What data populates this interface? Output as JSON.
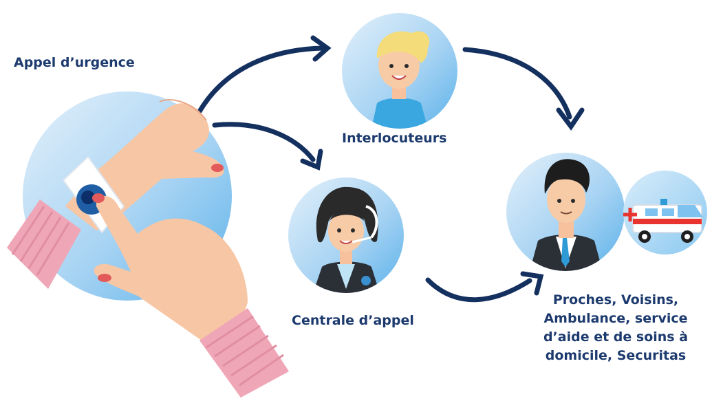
{
  "labels": {
    "emergency_call": "Appel d’urgence",
    "contacts": "Interlocuteurs",
    "call_center": "Centrale d’appel",
    "responders": [
      "Proches, Voisins,",
      "Ambulance, service",
      "d’aide et de soins à",
      "domicile, Securitas"
    ]
  },
  "colors": {
    "text": "#1c3a6e",
    "arrow": "#14305f",
    "circle_light": "#cfe6f7",
    "circle_mid": "#8ec6ee",
    "circle_dark": "#4fa6e0",
    "skin": "#f7c6a5",
    "sleeve": "#efa6b6"
  },
  "icons": [
    "emergency-wristband-icon",
    "woman-blonde-avatar-icon",
    "call-center-operator-icon",
    "man-suit-avatar-icon",
    "ambulance-icon"
  ]
}
